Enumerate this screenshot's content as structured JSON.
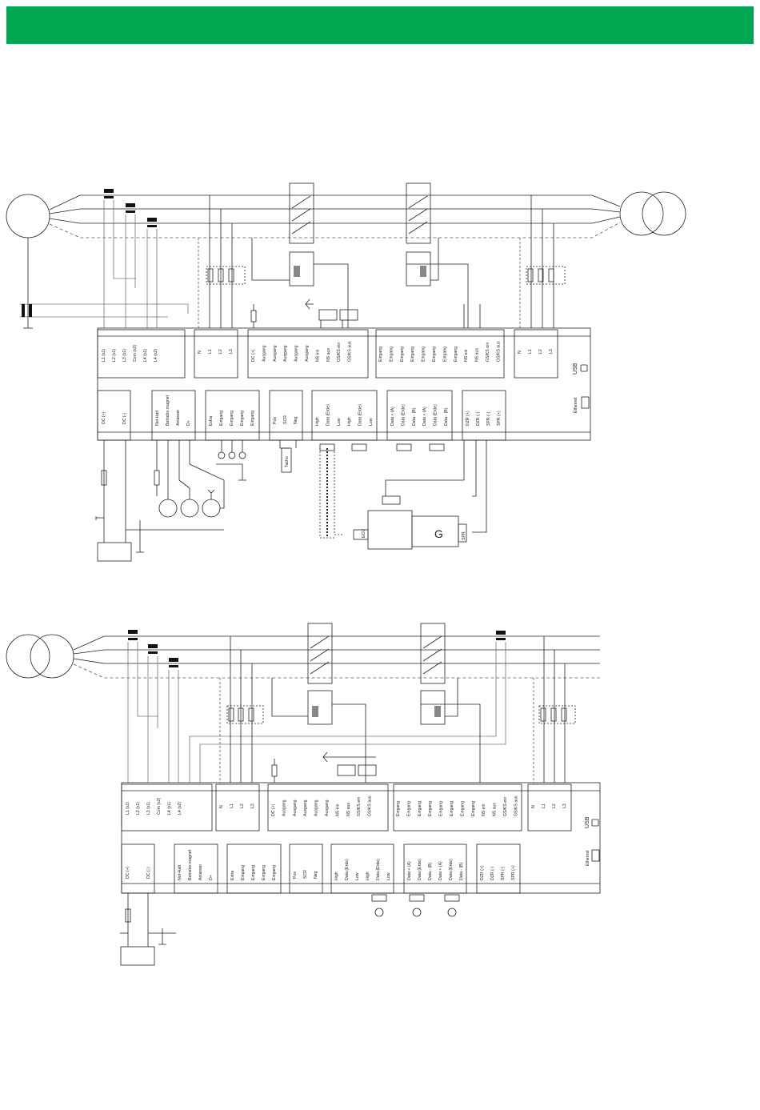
{
  "header": {
    "color": "#00a650"
  },
  "colors": {
    "line": "#222222",
    "dashed": "#555555",
    "thin": "#666666"
  },
  "diagram1": {
    "top_left": [
      "L1 (s1)",
      "L2 (s1)",
      "L3 (s1)",
      "Com (s2)",
      "L4 (s1)",
      "L4 (s2)"
    ],
    "top_mains": [
      "N",
      "L1",
      "L2",
      "L3"
    ],
    "top_outputs": [
      "DC (+)",
      "Ausgang",
      "Ausgang",
      "Ausgang",
      "Ausgang",
      "Ausgang",
      "NS ein",
      "NS aus",
      "GS/KS ein",
      "GS/KS aus"
    ],
    "top_inputs": [
      "Eingang",
      "Eingang",
      "Eingang",
      "Eingang",
      "Eingang",
      "Eingang",
      "Eingang",
      "Eingang",
      "NS ein",
      "NS aus",
      "GS/KS ein",
      "GS/KS aus"
    ],
    "top_gen": [
      "N",
      "L1",
      "L2",
      "L3"
    ],
    "bot_power": [
      "DC (+)",
      "DC (-)"
    ],
    "bot_emerg": [
      "Not-Halt",
      "Betriebs-magnet",
      "Anlasser",
      "D+"
    ],
    "bot_inputs": [
      "Extra",
      "Eingang",
      "Eingang",
      "Eingang",
      "Eingang"
    ],
    "bot_pickup": [
      "Pos",
      "SCR",
      "Neg"
    ],
    "bot_can": [
      "High",
      "Data (Erde)",
      "Low",
      "High",
      "Data (Erde)",
      "Low"
    ],
    "bot_data": [
      "Data + (A)",
      "Data (Erde)",
      "Data - (B)",
      "Data + (A)",
      "Data (Erde)",
      "Data - (B)"
    ],
    "bot_dzr": [
      "DZR (+)",
      "DZR (-)",
      "SPR (-)",
      "SPR (+)"
    ],
    "usb": "USB",
    "ethernet": "Ethernet",
    "tacho": "Tacho",
    "ecu": "ECU",
    "generator": "G",
    "spr": "SPR"
  },
  "diagram2": {
    "top_left": [
      "L1 (s1)",
      "L2 (s1)",
      "L3 (s1)",
      "Com (s2)",
      "L4 (s1)",
      "L4 (s2)"
    ],
    "top_mains": [
      "N",
      "L1",
      "L2",
      "L3"
    ],
    "top_outputs": [
      "DC (+)",
      "Ausgang",
      "Ausgang",
      "Ausgang",
      "Ausgang",
      "Ausgang",
      "NS ein",
      "NS aus",
      "GS/KS ein",
      "GS/KS aus"
    ],
    "top_inputs": [
      "Eingang",
      "Eingang",
      "Eingang",
      "Eingang",
      "Eingang",
      "Eingang",
      "Eingang",
      "Eingang",
      "NS ein",
      "NS aus",
      "GS/KS ein",
      "GS/KS aus"
    ],
    "top_gen": [
      "N",
      "L1",
      "L2",
      "L3"
    ],
    "bot_power": [
      "DC (+)",
      "DC (-)"
    ],
    "bot_emerg": [
      "Not-Halt",
      "Betriebs-magnet",
      "Anlasser",
      "D+"
    ],
    "bot_inputs": [
      "Extra",
      "Eingang",
      "Eingang",
      "Eingang",
      "Eingang"
    ],
    "bot_pickup": [
      "Pos",
      "SCR",
      "Neg"
    ],
    "bot_can": [
      "High",
      "Data (Erde)",
      "Low",
      "High",
      "Data (Erde)",
      "Low"
    ],
    "bot_data": [
      "Data + (A)",
      "Data (Erde)",
      "Data - (B)",
      "Data + (A)",
      "Data (Erde)",
      "Data - (B)"
    ],
    "bot_dzr": [
      "DZR (+)",
      "DZR (-)",
      "SPR (-)",
      "SPR (+)"
    ],
    "usb": "USB",
    "ethernet": "Ethernet"
  }
}
